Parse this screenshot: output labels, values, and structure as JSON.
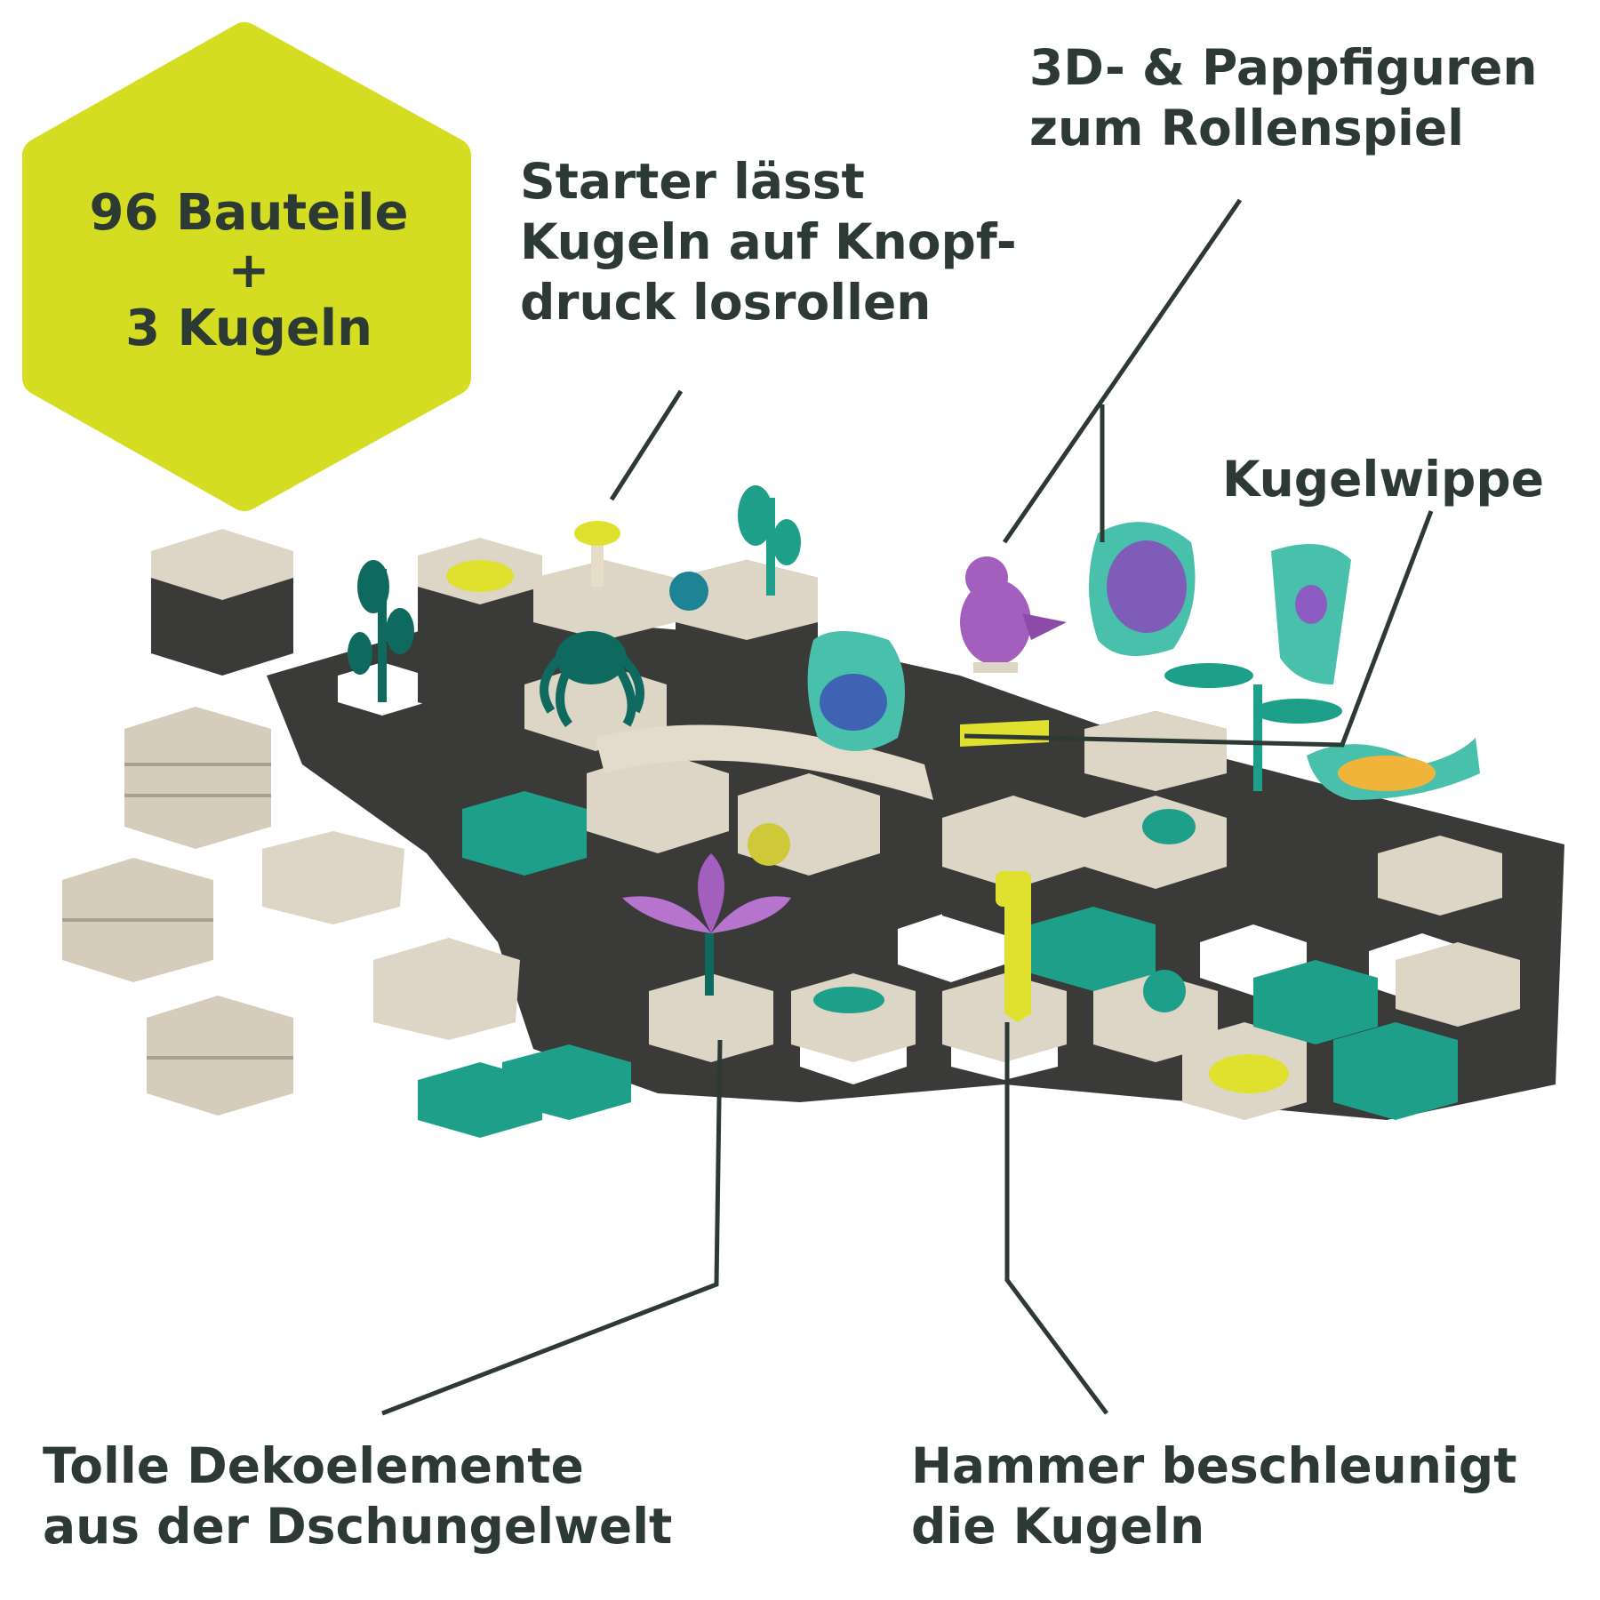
{
  "colors": {
    "text": "#2c3a33",
    "badge": "#d4dd22",
    "tile_beige": "#ddd5c5",
    "tile_dark": "#3a3a38",
    "teal": "#1e9f8a",
    "dark_teal": "#0e6a5e",
    "yellow": "#dfe12e",
    "purple": "#a35fbe"
  },
  "badge": {
    "line1": "96 Bauteile",
    "line2": "+",
    "line3": "3 Kugeln"
  },
  "callouts": {
    "starter": [
      "Starter lässt",
      "Kugeln auf Knopf-",
      "druck losrollen"
    ],
    "figures": [
      "3D- & Pappfiguren",
      "zum Rollenspiel"
    ],
    "seesaw": [
      "Kugelwippe"
    ],
    "deco": [
      "Tolle Dekoelemente",
      "aus der Dschungelwelt"
    ],
    "hammer": [
      "Hammer beschleunigt",
      "die Kugeln"
    ]
  },
  "illustration": {
    "icons": [
      "marble-run-set-icon",
      "flower-icon",
      "gorilla-figure-icon",
      "leopard-figure-icon",
      "bird-figure-icon",
      "spider-figure-icon",
      "hammer-icon",
      "seesaw-icon",
      "marble-icon"
    ]
  }
}
